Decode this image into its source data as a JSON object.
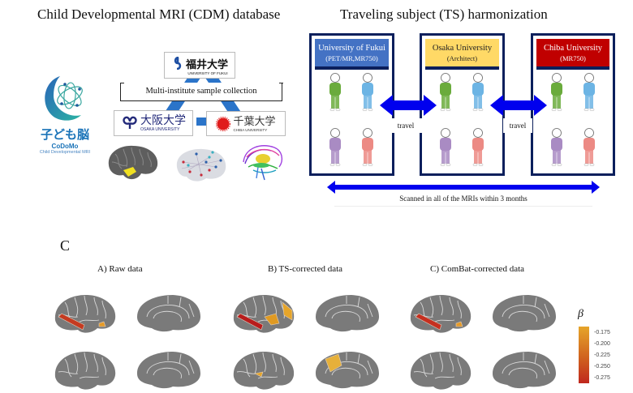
{
  "left_panel": {
    "title": "Child Developmental MRI (CDM) database",
    "logo": {
      "jp_name": "子ども脳",
      "abbrev": "CoDoMo",
      "subtitle": "Child Developmental MRI"
    },
    "institutes": [
      {
        "jp": "福井大学",
        "en": "UNIVERSITY OF FUKUI"
      },
      {
        "jp": "大阪大学",
        "en": "OSAKA UNIVERSITY"
      },
      {
        "jp": "千葉大学",
        "en": "CHIBA UNIVERSITY"
      }
    ],
    "collection_label": "Multi-institute sample collection",
    "brain_images": [
      "cortical-surface",
      "connectome",
      "tractography"
    ]
  },
  "right_panel": {
    "title": "Traveling subject (TS) harmonization",
    "sites": [
      {
        "name": "University of  Fukui",
        "scanner": "(PET/MR,MR750)",
        "color": "#4472c4"
      },
      {
        "name": "Osaka University",
        "scanner": "(Architect)",
        "color": "#ffd966"
      },
      {
        "name": "Chiba University",
        "scanner": "(MR750)",
        "color": "#c00000"
      }
    ],
    "travel_labels": [
      "travel",
      "travel"
    ],
    "span_label": "Scanned in all of the MRIs within 3 months",
    "person_colors": [
      "#6aab3c",
      "#6cb4e4",
      "#a98bc3",
      "#ec8a84"
    ],
    "arrow_color": "#0000ee"
  },
  "panel_c": {
    "label": "C",
    "columns": [
      {
        "title": "A) Raw data"
      },
      {
        "title": "B) TS-corrected data"
      },
      {
        "title": "C) ComBat-corrected data"
      }
    ],
    "colorbar": {
      "symbol": "β",
      "ticks": [
        "-0.175",
        "-0.200",
        "-0.225",
        "-0.250",
        "-0.275"
      ],
      "colors": [
        "#e6a52a",
        "#c0281e"
      ]
    }
  }
}
